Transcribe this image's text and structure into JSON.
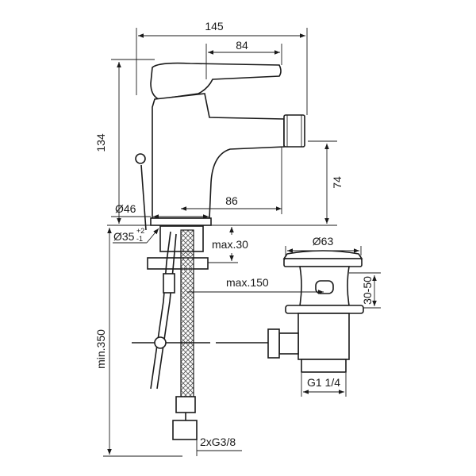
{
  "drawing": {
    "dimensions": {
      "overall_width": "145",
      "lever_length": "84",
      "overall_height": "134",
      "spout_height": "74",
      "spout_reach": "86",
      "base_diameter": "Ø46",
      "hole_diameter": "Ø35",
      "hole_tol_plus": "+2",
      "hole_tol_minus": "-1",
      "max_thickness": "max.30",
      "max_rod_distance": "max.150",
      "waste_diameter": "Ø63",
      "waste_range": "30-50",
      "waste_thread": "G1 1/4",
      "hose_length": "min.350",
      "hose_thread": "2xG3/8"
    }
  }
}
